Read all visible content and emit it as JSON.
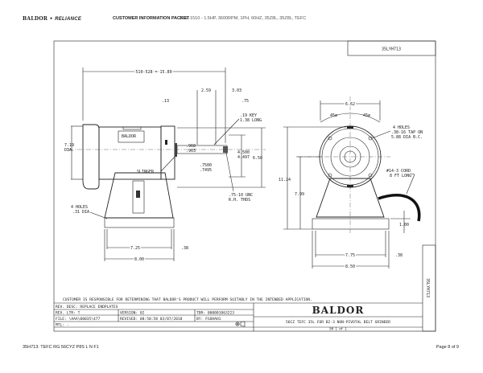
{
  "header": {
    "brand_a": "BALDOR",
    "brand_sep": "•",
    "brand_b": "RELIANCE",
    "packet": "CUSTOMER INFORMATION PACKET",
    "spec": "2048-1510 - 1.5HP, 3600RPM, 1PH, 60HZ, 35Z8L, 35Z8L, TEFC"
  },
  "drawing": {
    "number": "35LYH713",
    "side_view": {
      "overall": "510-528 = 15.80",
      "d259": "2.59",
      "d303": "3.03",
      "d13": ".13",
      "d75": ".75",
      "key1": ".19 KEY",
      "key2": "1.38 LONG",
      "dia1": "7.19",
      "dia2": "DIA.",
      "nameplate": "BALDOR",
      "s1": ".968",
      "s2": ".963",
      "slinger": "SLINGER",
      "sh1": ".7500",
      "sh2": ".7495",
      "p1": "4.500",
      "p2": "4.497",
      "h650": "6.50",
      "thd1": ".75-10 UNC",
      "thd2": "R.H. THDS",
      "holes1": "4 HOLES",
      "holes2": ".31 DIA",
      "d725": "7.25",
      "d38": ".38",
      "d800": "8.00"
    },
    "end_view": {
      "d662": "6.62",
      "a1": "45ø",
      "a2": "45ø",
      "tap1": "4 HOLES",
      "tap2": ".38-16 TAP ON",
      "tap3": "5.88 DIA B.C.",
      "h1124": "11.24",
      "h799": "7.99",
      "cord1": "#14-3 CORD",
      "cord2": "8 FT LONG",
      "d100": "1.00",
      "d775": "7.75",
      "d38": ".38",
      "d850": "8.50"
    }
  },
  "title_block": {
    "disclaimer": "CUSTOMER IS RESPONSIBLE FOR DETERMINING THAT BALDOR'S PRODUCT WILL PERFORM SUITABLY IN THE INTENDED APPLICATION.",
    "rev_desc": "REV. DESC:  REPLACE ENDPLATES",
    "rev_ltr": "REV. LTR:  T",
    "version": "VERSION: 02",
    "tdr": "TDR: 000001063223",
    "file": "FILE: \\AAA\\00035\\477",
    "revised": "REVISED: 08:50:58 03/07/2018",
    "by": "BY: FGOHAH1",
    "mtl": "MTL:  -",
    "logo": "BALDOR",
    "description": "56CZ TEFC 35L FOR B2-3 NON-PIVOTAL BELT GRINDER",
    "sheet": "SH 1 of 1"
  },
  "footer": {
    "left": "35H713: TEFC RG 56CYZ P8S L N F1",
    "right": "Page 8 of 9"
  }
}
